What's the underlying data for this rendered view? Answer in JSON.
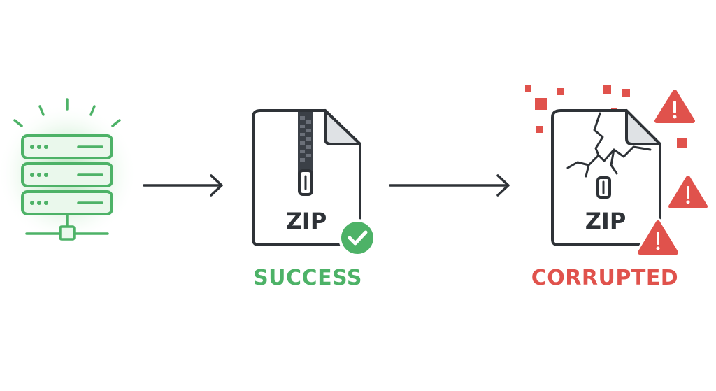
{
  "colors": {
    "ink": "#2e3237",
    "success": "#4db267",
    "success_light": "#7fd08c",
    "error": "#e0524c",
    "paper": "#ffffff",
    "fold": "#dfe2e5"
  },
  "icons": [
    "server-icon",
    "right-arrow-icon",
    "zip-file-icon",
    "checkmark-icon",
    "broken-zip-file-icon",
    "warning-icon"
  ],
  "stages": {
    "source": {
      "icon": "server-icon"
    },
    "success": {
      "file_label": "ZIP",
      "status": "SUCCESS",
      "badge": "checkmark-icon"
    },
    "corrupted": {
      "file_label": "ZIP",
      "status": "CORRUPTED",
      "badge": "warning-icon"
    }
  }
}
